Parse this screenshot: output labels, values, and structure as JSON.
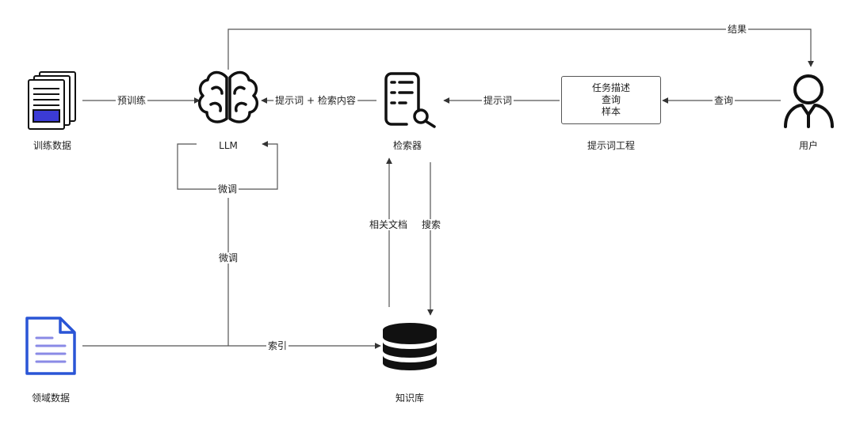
{
  "nodes": {
    "training_data": "训练数据",
    "llm": "LLM",
    "retriever": "检索器",
    "prompt_engineering": "提示词工程",
    "user": "用户",
    "domain_data": "领域数据",
    "knowledge_base": "知识库"
  },
  "prompt_box": {
    "line1": "任务描述",
    "line2": "查询",
    "line3": "样本"
  },
  "edges": {
    "pretrain": "预训练",
    "prompt_plus_retrieved": "提示词 + 检索内容",
    "prompt": "提示词",
    "query": "查询",
    "result": "结果",
    "finetune_loop": "微调",
    "finetune": "微调",
    "related_docs": "相关文档",
    "search": "搜索",
    "index": "索引"
  },
  "colors": {
    "line": "#555555",
    "icon": "#111111",
    "doc_accent": "#3b3bd6",
    "doc_blue": "#2a55d6",
    "doc_lines": "#8a8ae6"
  },
  "icons": [
    "document-stack-icon",
    "brain-icon",
    "search-list-icon",
    "user-icon",
    "file-icon",
    "database-icon"
  ]
}
